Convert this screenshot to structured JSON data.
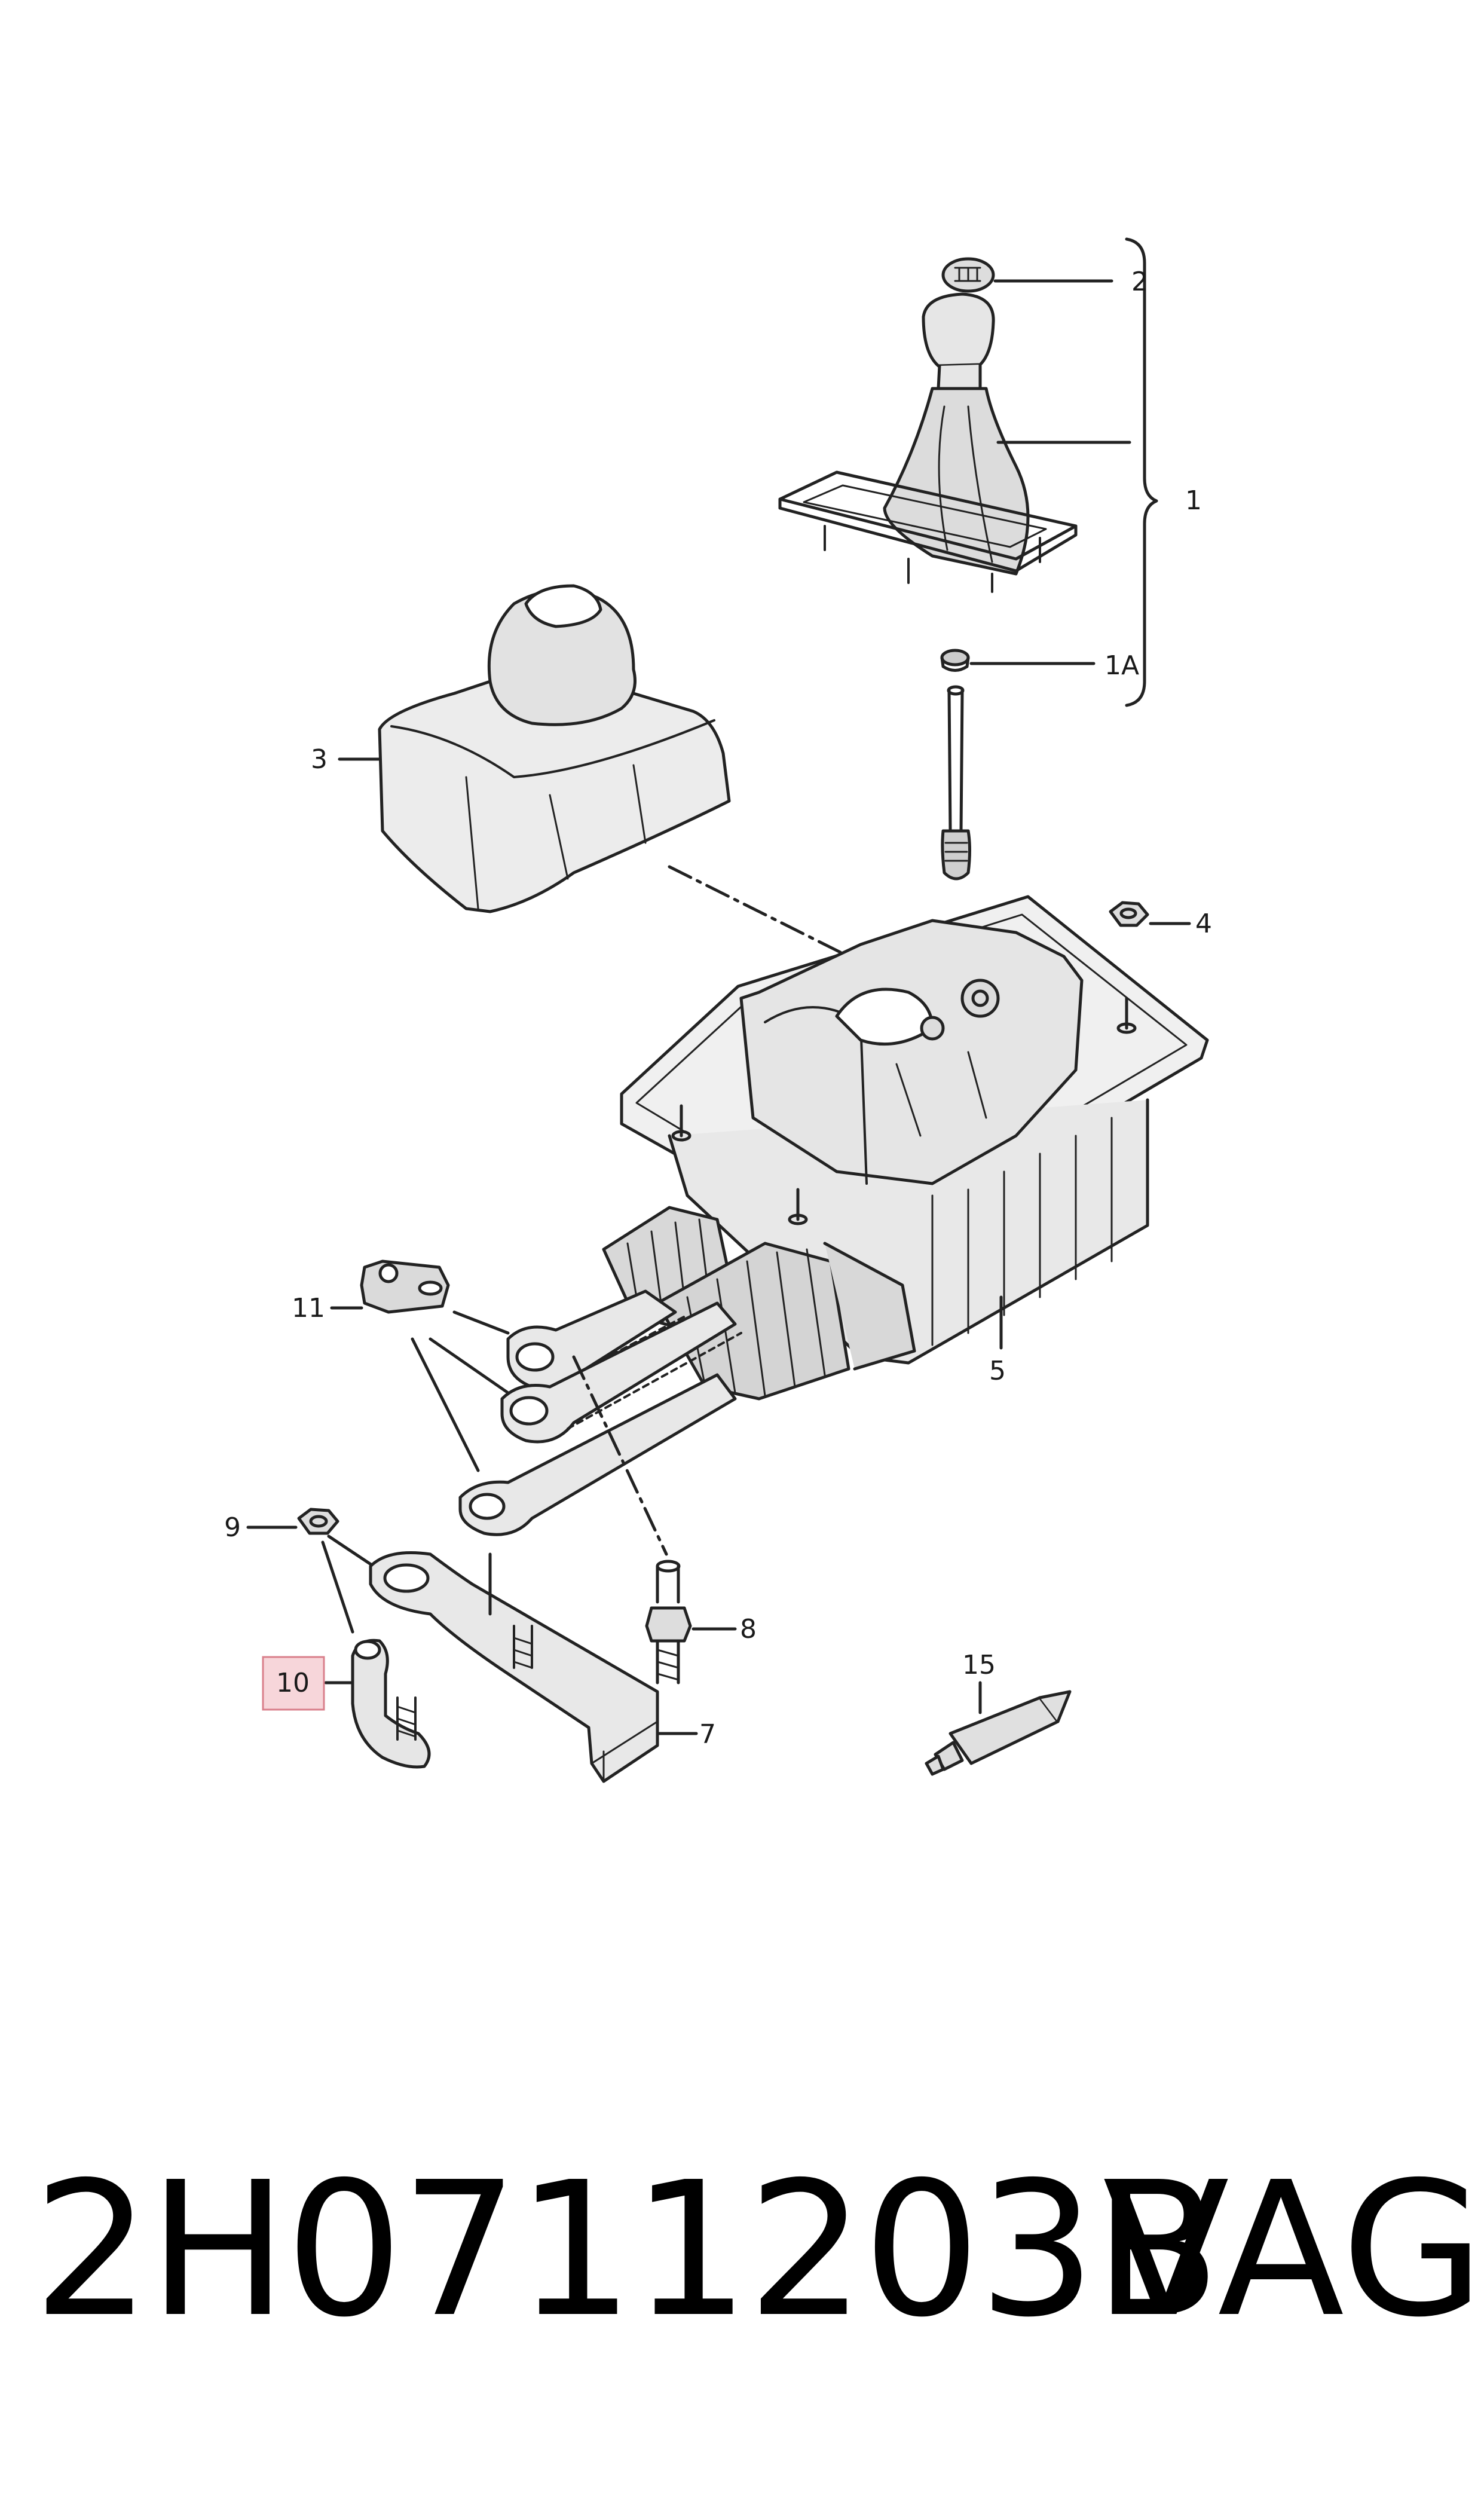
{
  "diagram": {
    "callouts": [
      {
        "id": "c2",
        "text": "2"
      },
      {
        "id": "c1",
        "text": "1"
      },
      {
        "id": "c1a",
        "text": "1A"
      },
      {
        "id": "c3",
        "text": "3"
      },
      {
        "id": "c4",
        "text": "4"
      },
      {
        "id": "c5",
        "text": "5"
      },
      {
        "id": "c11",
        "text": "11"
      },
      {
        "id": "c9",
        "text": "9"
      },
      {
        "id": "c8",
        "text": "8"
      },
      {
        "id": "c10",
        "text": "10",
        "highlighted": true
      },
      {
        "id": "c15",
        "text": "15"
      },
      {
        "id": "c7",
        "text": "7"
      }
    ],
    "highlight_color": "#f7d6da",
    "highlight_border": "#d9808c"
  },
  "footer": {
    "part_number": "2H0711203B",
    "brand": "VAG"
  }
}
